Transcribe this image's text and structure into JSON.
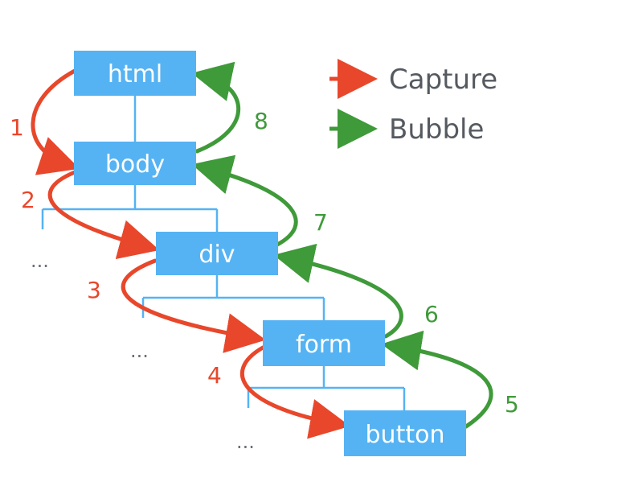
{
  "nodes": {
    "html": "html",
    "body": "body",
    "div": "div",
    "form": "form",
    "button": "button"
  },
  "legend": {
    "capture": "Capture",
    "bubble": "Bubble"
  },
  "steps": {
    "s1": "1",
    "s2": "2",
    "s3": "3",
    "s4": "4",
    "s5": "5",
    "s6": "6",
    "s7": "7",
    "s8": "8"
  },
  "ellipsis": {
    "body_level": "...",
    "div_level": "...",
    "form_level": "..."
  },
  "colors": {
    "node": "#55b3f3",
    "tree_line": "#55b3f3",
    "capture": "#e8472b",
    "bubble": "#3f9a3a",
    "capture_label": "#e8472b",
    "bubble_label": "#3f9a3a"
  }
}
